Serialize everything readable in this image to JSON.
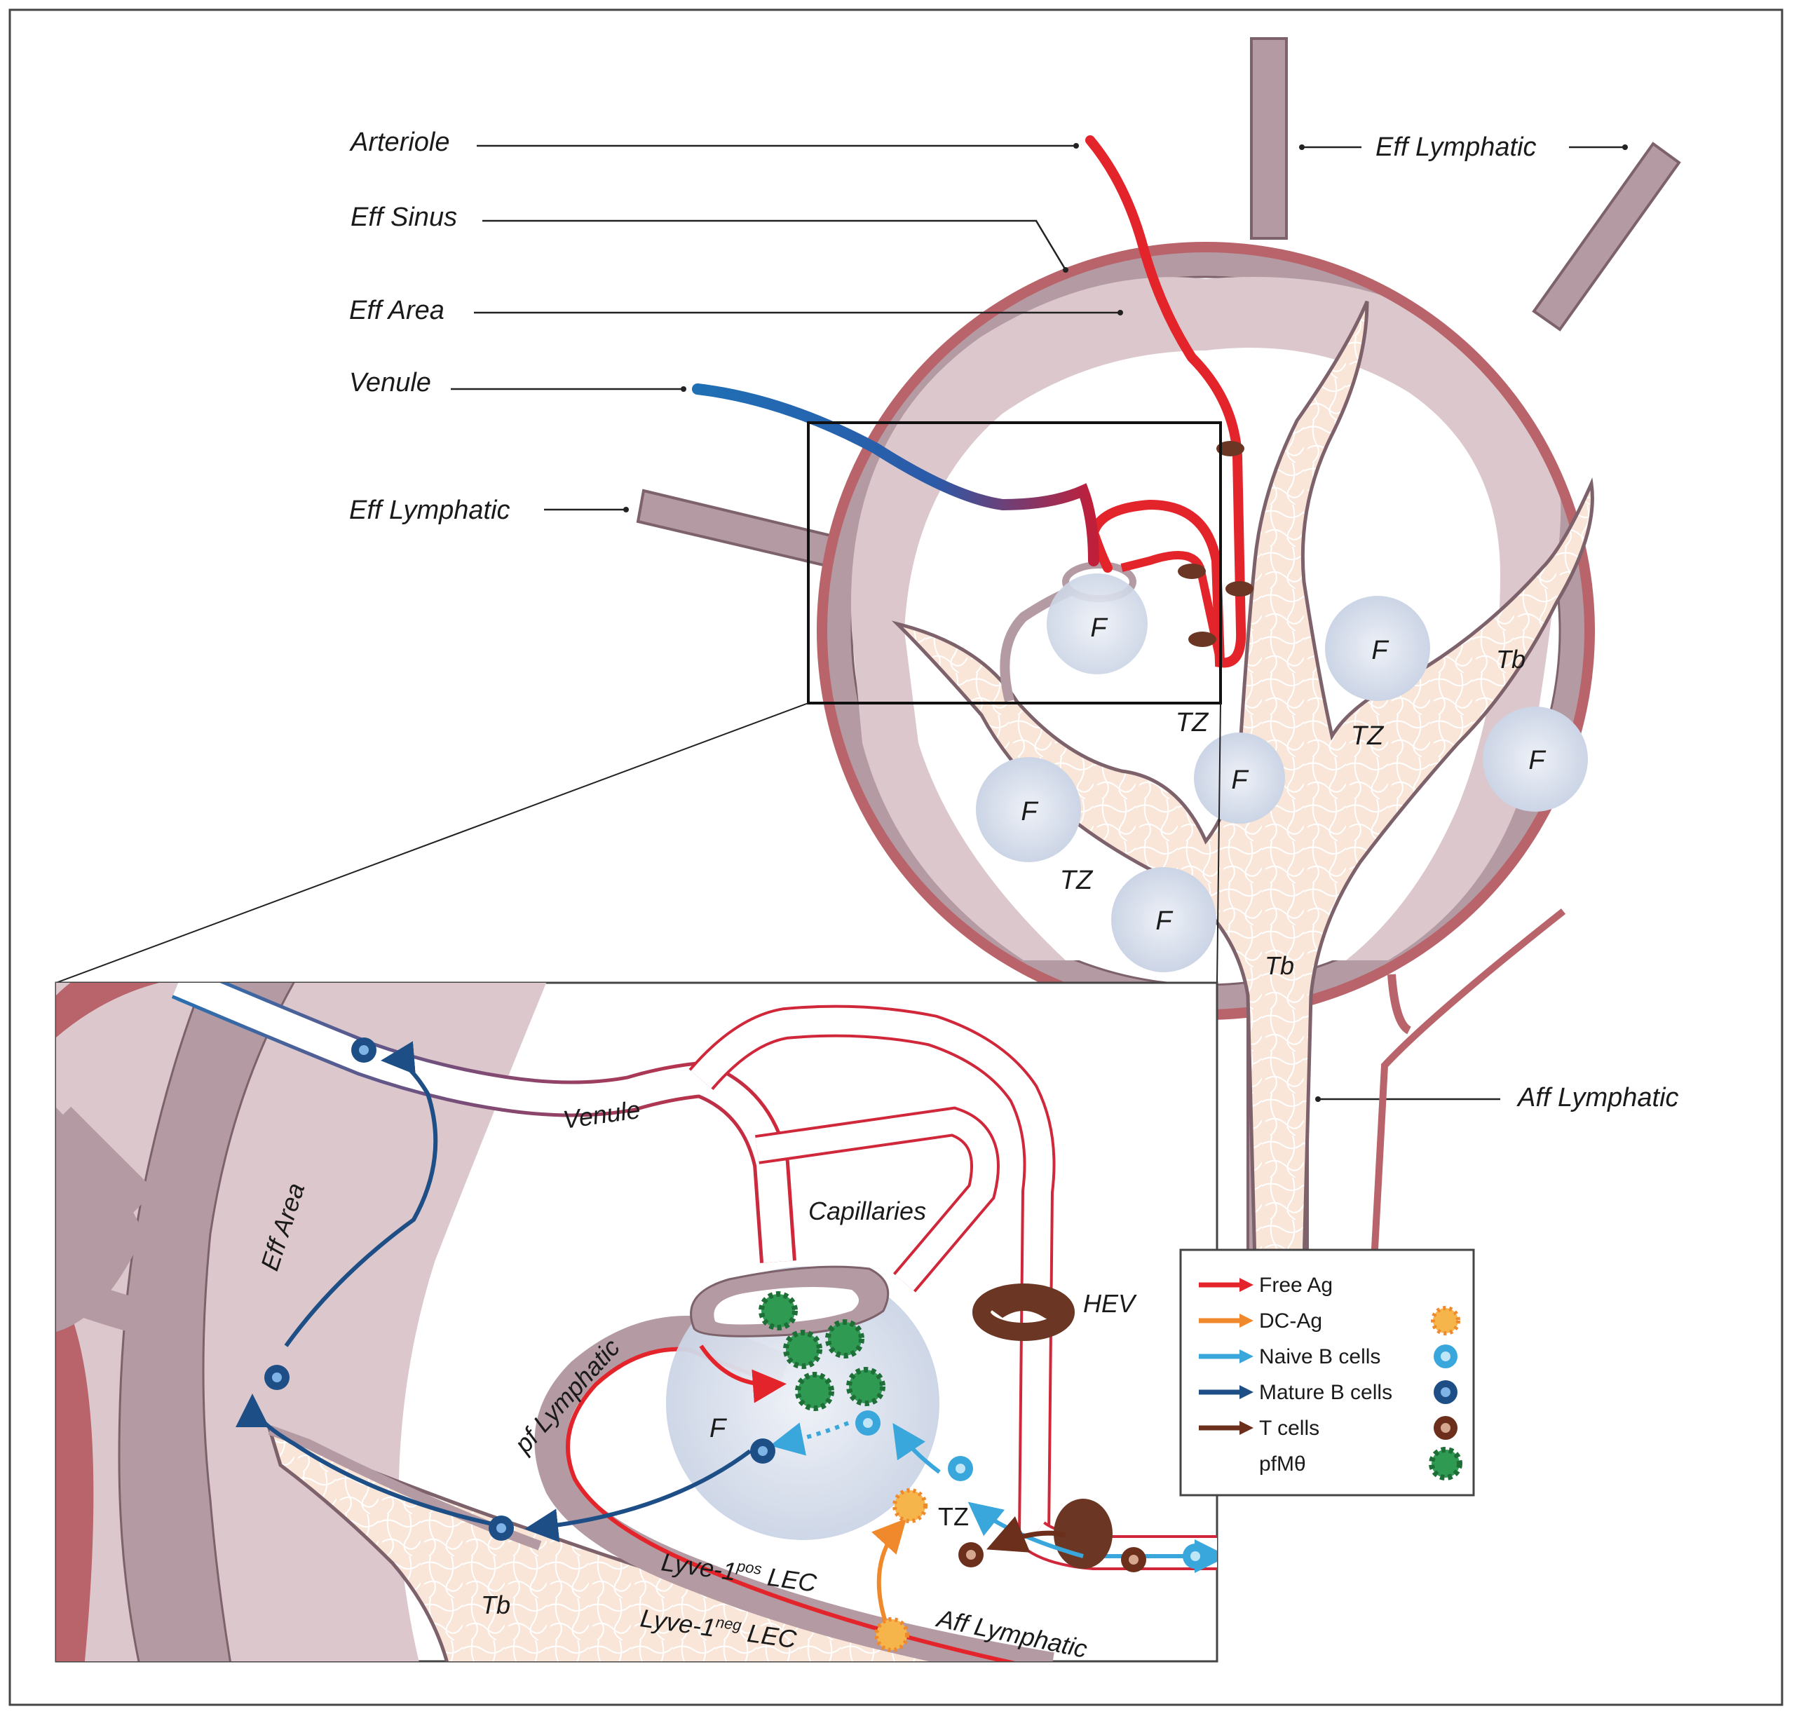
{
  "labels": {
    "arteriole": "Arteriole",
    "eff_sinus": "Eff Sinus",
    "eff_area": "Eff Area",
    "venule": "Venule",
    "eff_lymphatic_left": "Eff Lymphatic",
    "eff_lymphatic_top": "Eff Lymphatic",
    "aff_lymphatic": "Aff Lymphatic",
    "follicle": "F",
    "tz": "TZ",
    "tb": "Tb"
  },
  "inset_labels": {
    "venule": "Venule",
    "eff_area": "Eff Area",
    "capillaries": "Capillaries",
    "hev": "HEV",
    "pf_lymphatic": "pf Lymphatic",
    "follicle": "F",
    "tz": "TZ",
    "tb": "Tb",
    "lyve_pos_main": "Lyve-1",
    "lyve_pos_sup": "pos",
    "lyve_pos_tail": " LEC",
    "lyve_neg_main": "Lyve-1",
    "lyve_neg_sup": "neg",
    "lyve_neg_tail": " LEC",
    "aff_lymphatic": "Aff Lymphatic"
  },
  "legend": {
    "items": [
      {
        "label": "Free Ag",
        "arrow_color": "#e3242b",
        "icon": "none"
      },
      {
        "label": "DC-Ag",
        "arrow_color": "#f0892b",
        "icon": "dendritic-cell-icon"
      },
      {
        "label": "Naive B cells",
        "arrow_color": "#3aa7dc",
        "icon": "naive-b-cell-icon"
      },
      {
        "label": "Mature B cells",
        "arrow_color": "#1d4f86",
        "icon": "mature-b-cell-icon"
      },
      {
        "label": "T cells",
        "arrow_color": "#6b2f1c",
        "icon": "t-cell-icon"
      },
      {
        "label": "pfMθ",
        "arrow_color": "none",
        "icon": "macrophage-icon"
      }
    ]
  },
  "colors": {
    "capsule": "#b9636a",
    "sinus": "#b49aa3",
    "eff_area": "#dcc7cc",
    "trabecula": "#f9e6d8",
    "follicle": "#c9d2e2",
    "arteriole": "#e3242b",
    "venule": "#1f6fb5",
    "hev": "#6b3623",
    "macrophage": "#2f9a52"
  }
}
